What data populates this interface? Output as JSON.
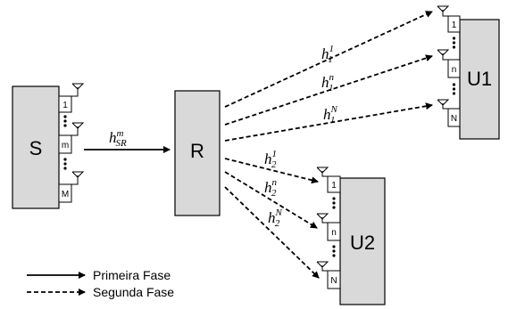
{
  "nodes": {
    "source": "S",
    "relay": "R",
    "user1": "U1",
    "user2": "U2"
  },
  "source_ports": [
    "1",
    "m",
    "M"
  ],
  "user1_ports": [
    "1",
    "n",
    "N"
  ],
  "user2_ports": [
    "1",
    "n",
    "N"
  ],
  "channels": {
    "sr": {
      "base": "h",
      "sup": "m",
      "sub": "SR"
    },
    "r_u1": [
      {
        "base": "h",
        "sup": "1",
        "sub": "1"
      },
      {
        "base": "h",
        "sup": "n",
        "sub": "1"
      },
      {
        "base": "h",
        "sup": "N",
        "sub": "1"
      }
    ],
    "r_u2": [
      {
        "base": "h",
        "sup": "1",
        "sub": "2"
      },
      {
        "base": "h",
        "sup": "n",
        "sub": "2"
      },
      {
        "base": "h",
        "sup": "N",
        "sub": "2"
      }
    ]
  },
  "legend": {
    "first_phase": "Primeira Fase",
    "second_phase": "Segunda Fase"
  }
}
